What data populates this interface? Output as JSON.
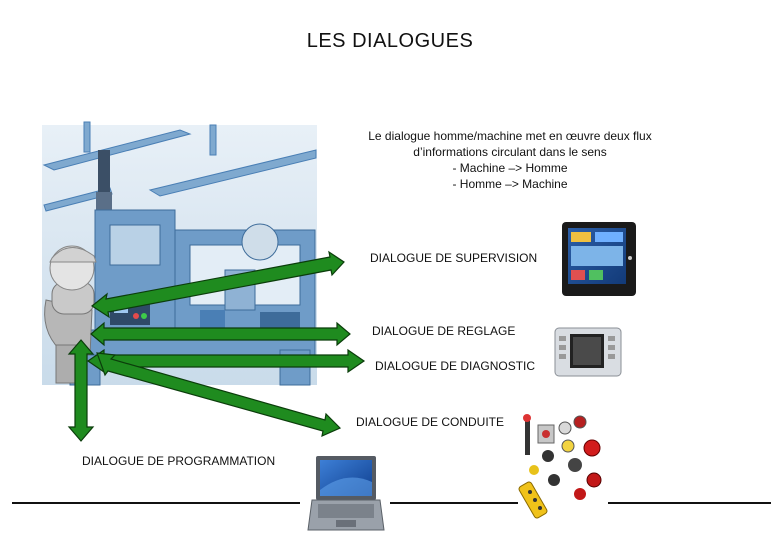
{
  "title": "LES DIALOGUES",
  "intro": {
    "line1": "Le dialogue homme/machine met en œuvre deux flux",
    "line2": "d’informations circulant dans le sens",
    "line3": "- Machine –> Homme",
    "line4": "- Homme –> Machine"
  },
  "labels": {
    "supervision": "DIALOGUE DE SUPERVISION",
    "reglage": "DIALOGUE DE REGLAGE",
    "diagnostic": "DIALOGUE DE DIAGNOSTIC",
    "conduite": "DIALOGUE DE CONDUITE",
    "programmation": "DIALOGUE DE PROGRAMMATION"
  },
  "colors": {
    "arrow_fill": "#1f8b1f",
    "arrow_stroke": "#0b3d0b",
    "machine_blue": "#4a7fb5",
    "machine_light": "#cfe0ee"
  },
  "icons": {
    "operator": "operator-figure",
    "machine": "industrial-machine",
    "supervision": "supervision-touchscreen",
    "reglage": "hmi-panel",
    "conduite": "pushbuttons-and-pendant",
    "programmation": "laptop"
  }
}
